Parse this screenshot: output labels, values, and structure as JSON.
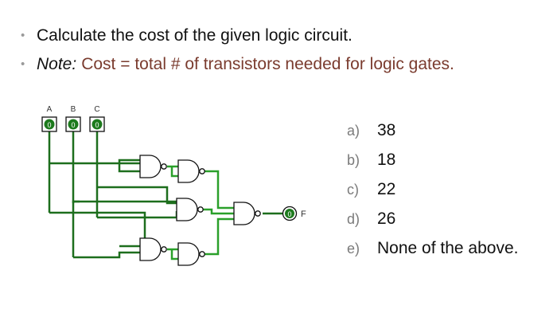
{
  "bullets": {
    "line1": "Calculate the cost of the given logic circuit.",
    "note_label": "Note:",
    "note_text": "Cost = total # of transistors needed for logic gates."
  },
  "circuit": {
    "inputs": [
      "A",
      "B",
      "C"
    ],
    "input_value": "0",
    "output_label": "F",
    "output_value": "0",
    "wire_color": "#2aa02a",
    "wire_dark_color": "#1d6e1d",
    "pin_color": "#1d7a1d"
  },
  "options": [
    {
      "letter": "a)",
      "value": "38"
    },
    {
      "letter": "b)",
      "value": "18"
    },
    {
      "letter": "c)",
      "value": "22"
    },
    {
      "letter": "d)",
      "value": "26"
    },
    {
      "letter": "e)",
      "value": "None of the above."
    }
  ]
}
